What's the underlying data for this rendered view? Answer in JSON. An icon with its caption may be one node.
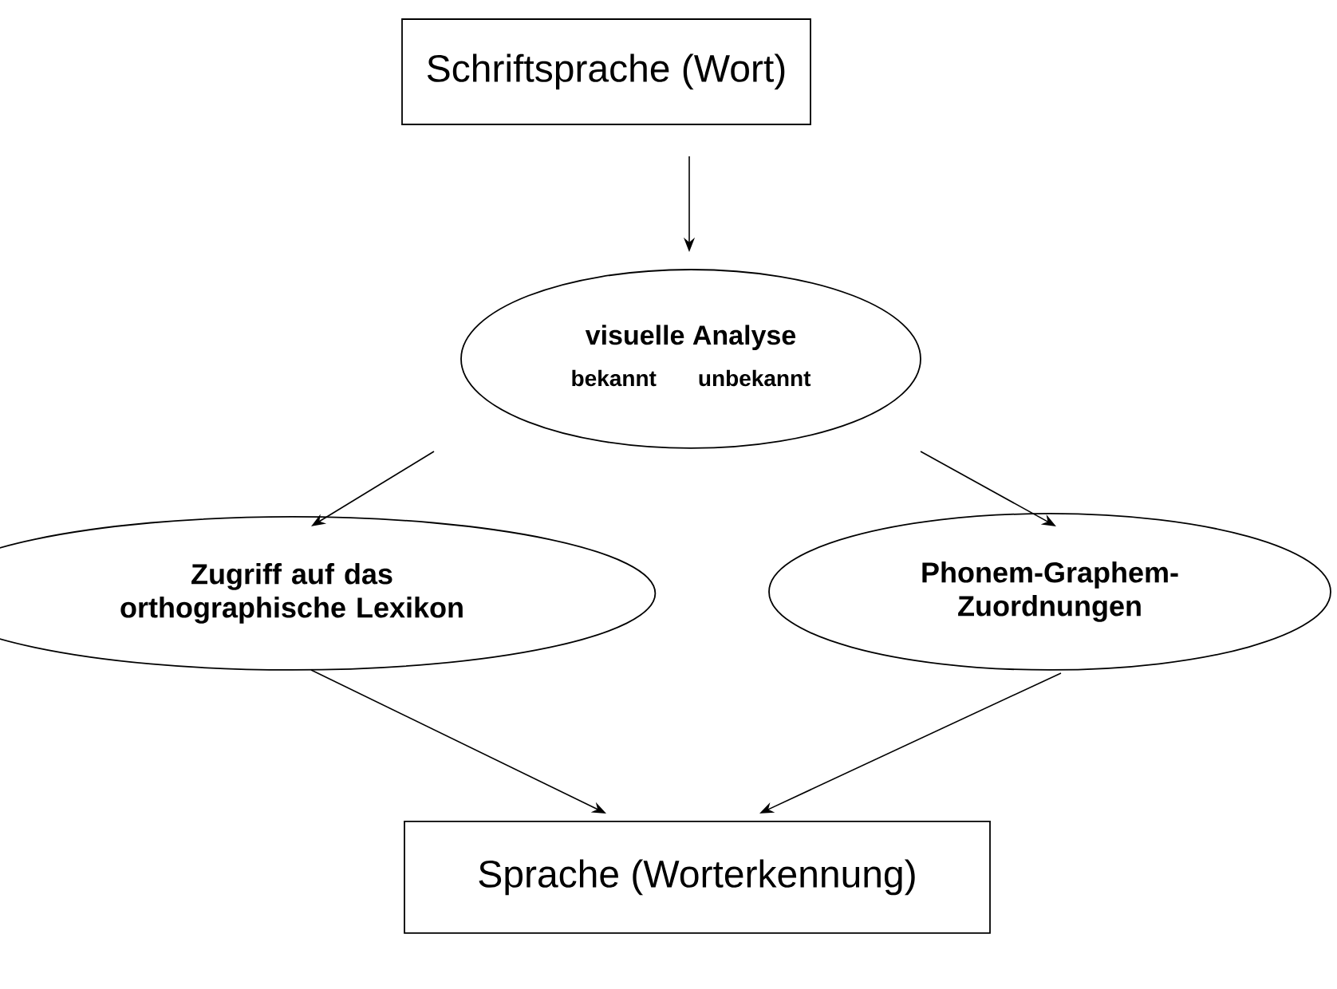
{
  "diagram": {
    "nodes": [
      {
        "text": [
          "Schriftsprache (Wort)"
        ]
      },
      {
        "text": [
          "visuelle Analyse",
          "bekannt",
          "unbekannt"
        ]
      },
      {
        "text": [
          "Zugriff auf das orthographische Lexikon"
        ]
      },
      {
        "text": [
          "Phonem-Graphem-Zuordnungen"
        ]
      },
      {
        "text": [
          "Sprache (Worterkennung)"
        ]
      }
    ],
    "edges": [
      {
        "from": 0,
        "to": 1,
        "arrow": "to"
      },
      {
        "from": 1,
        "to": 2,
        "arrow": "to"
      },
      {
        "from": 1,
        "to": 3,
        "arrow": "to"
      },
      {
        "from": 2,
        "to": 4,
        "arrow": "to"
      },
      {
        "from": 3,
        "to": 4,
        "arrow": "to"
      }
    ]
  }
}
